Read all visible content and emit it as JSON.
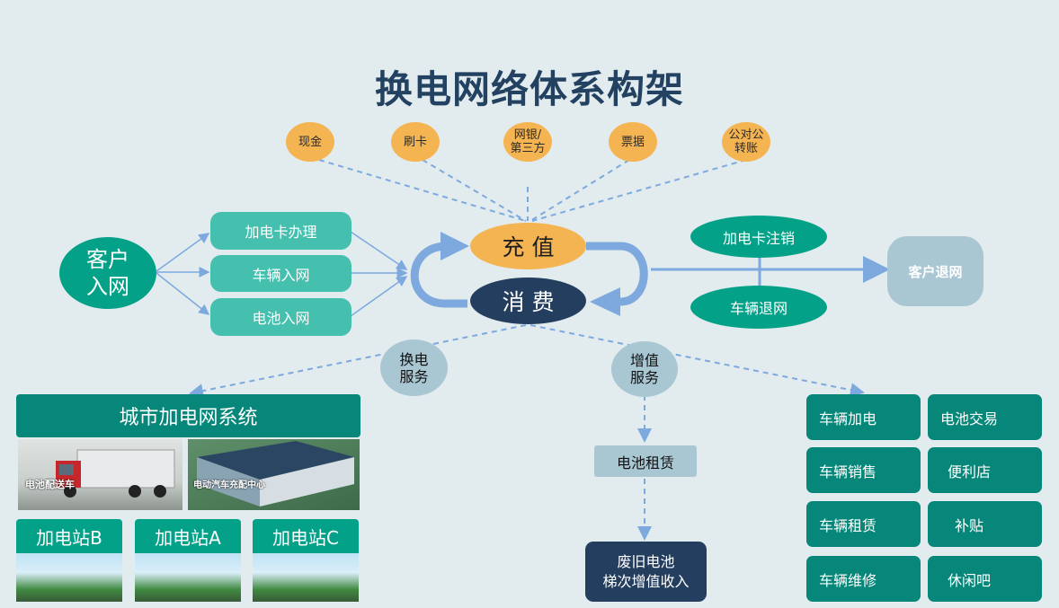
{
  "title": "换电网络体系构架",
  "payments": [
    "现金",
    "刷卡",
    "网银/\n第三方",
    "票据",
    "公对公\n转账"
  ],
  "customer": "客户\n入网",
  "onboarding": [
    "加电卡办理",
    "车辆入网",
    "电池入网"
  ],
  "center": {
    "top": "充 值",
    "bottom": "消 费"
  },
  "exit": {
    "card_cancel": "加电卡注销",
    "vehicle_exit": "车辆退网",
    "customer_exit": "客户退网"
  },
  "services": {
    "swap": "换电\n服务",
    "value_added": "增值\n服务"
  },
  "city_system": {
    "title": "城市加电网系统",
    "photo1": "电池配送车",
    "photo2": "电动汽车充配中心",
    "stations": [
      "加电站B",
      "加电站A",
      "加电站C"
    ]
  },
  "battery_rental": "电池租赁",
  "waste_battery": "废旧电池\n梯次增值收入",
  "value_items": [
    "车辆加电",
    "电池交易",
    "车辆销售",
    "便利店",
    "车辆租赁",
    "补贴",
    "车辆维修",
    "休闲吧"
  ],
  "colors": {
    "title": "#234261",
    "orange": "#f5b452",
    "teal": "#45bfae",
    "green": "#04a189",
    "dark_green": "#06877a",
    "navy": "#233e5e",
    "light_blue": "#a9c7d3",
    "arrow_blue": "#7da9df"
  }
}
